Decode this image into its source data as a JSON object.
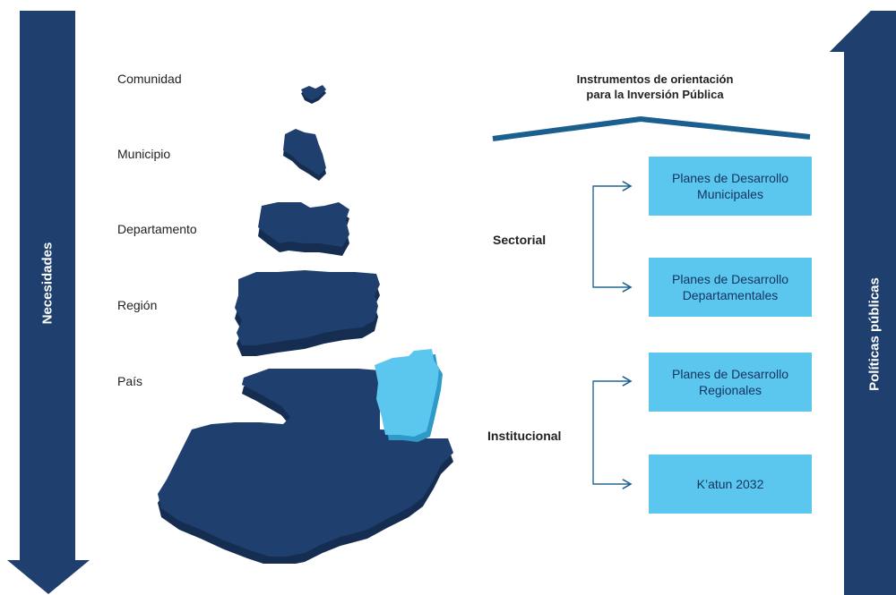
{
  "left_arrow": {
    "label": "Necesidades"
  },
  "right_arrow": {
    "label": "Políticas públicas"
  },
  "levels": [
    "Comunidad",
    "Municipio",
    "Departamento",
    "Región",
    "País"
  ],
  "header": {
    "title": "Instrumentos de orientación\npara la Inversión Pública"
  },
  "groups": [
    {
      "label": "Sectorial",
      "items": [
        "Planes de Desarrollo\nMunicipales",
        "Planes de Desarrollo\nDepartamentales"
      ]
    },
    {
      "label": "Institucional",
      "items": [
        "Planes de Desarrollo\nRegionales",
        "K’atun 2032"
      ]
    }
  ],
  "colors": {
    "navy": "#1f3f6e",
    "map_shadow": "#162d52",
    "light_blue": "#5cc7ee",
    "line_blue": "#1b5f8f"
  }
}
